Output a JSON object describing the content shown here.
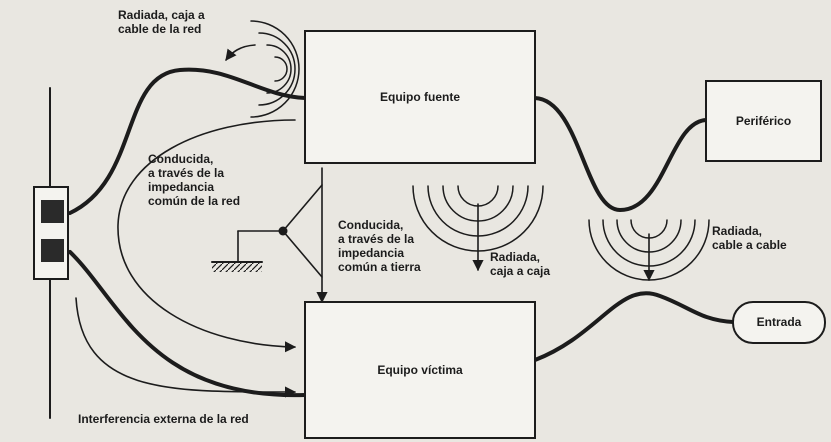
{
  "boxes": {
    "source": "Equipo fuente",
    "peripheral": "Periférico",
    "victim": "Equipo víctima",
    "input": "Entrada"
  },
  "labels": {
    "radiated_box_to_network": "Radiada, caja a\ncable de la red",
    "conducted_network": "Conducida,\na través de la\nimpedancia\ncomún de la red",
    "conducted_ground": "Conducida,\na través de la\nimpedancia\ncomún a tierra",
    "radiated_box_to_box": "Radiada,\ncaja a caja",
    "radiated_cable_to_cable": "Radiada,\ncable a cable",
    "external_interference": "Interferencia externa de la red"
  },
  "colors": {
    "ink": "#1c1c1c",
    "paper": "#e9e7e1",
    "box_fill": "#f4f3ef"
  }
}
